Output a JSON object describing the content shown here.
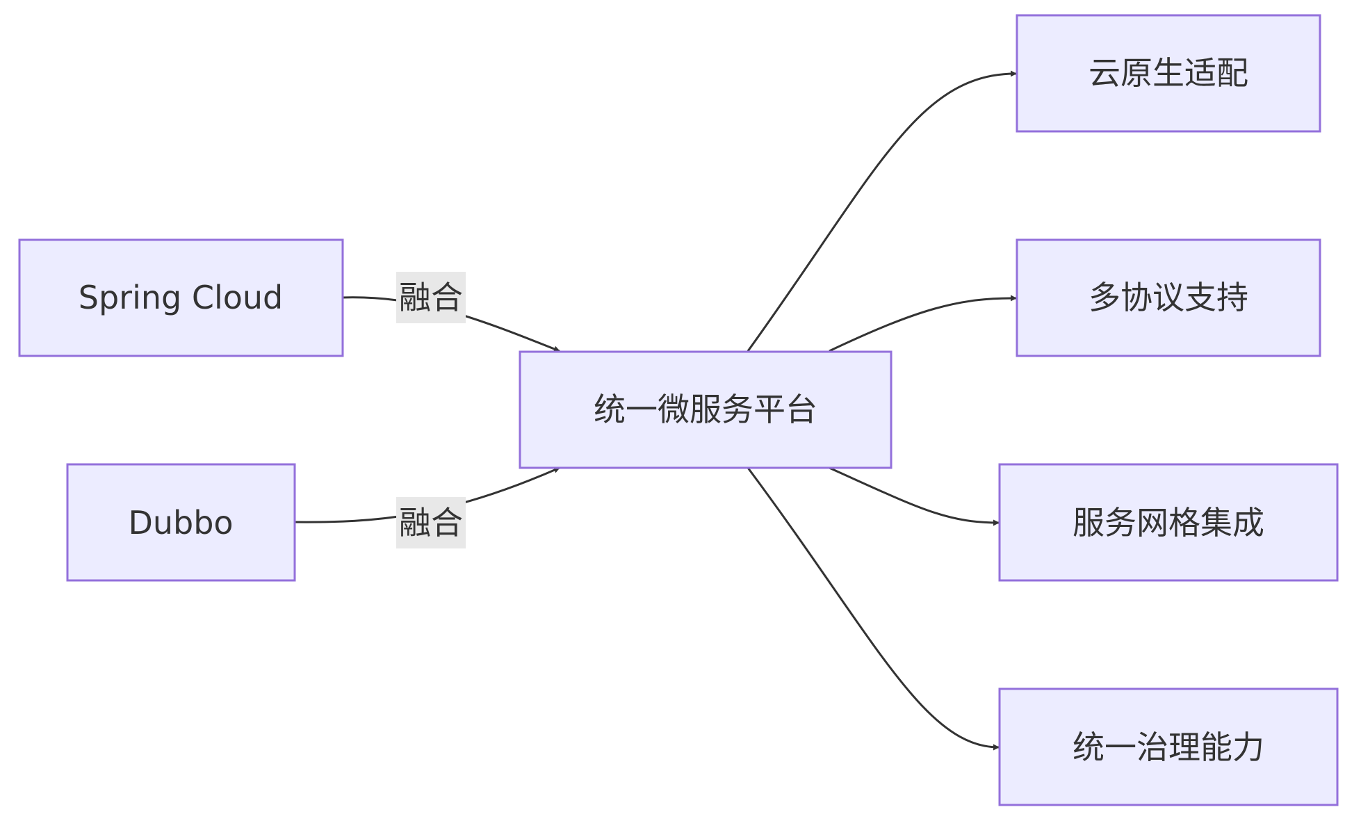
{
  "colors": {
    "node_fill": "#ececff",
    "node_stroke": "#9370db",
    "edge": "#333333",
    "edge_label_bg": "#e8e8e8",
    "text": "#333333"
  },
  "nodes": {
    "spring_cloud": {
      "label": "Spring Cloud"
    },
    "dubbo": {
      "label": "Dubbo"
    },
    "platform": {
      "label": "统一微服务平台"
    },
    "cloud_native": {
      "label": "云原生适配"
    },
    "multi_protocol": {
      "label": "多协议支持"
    },
    "service_mesh": {
      "label": "服务网格集成"
    },
    "governance": {
      "label": "统一治理能力"
    }
  },
  "edges": [
    {
      "from": "spring_cloud",
      "to": "platform",
      "label": "融合"
    },
    {
      "from": "dubbo",
      "to": "platform",
      "label": "融合"
    },
    {
      "from": "platform",
      "to": "cloud_native",
      "label": ""
    },
    {
      "from": "platform",
      "to": "multi_protocol",
      "label": ""
    },
    {
      "from": "platform",
      "to": "service_mesh",
      "label": ""
    },
    {
      "from": "platform",
      "to": "governance",
      "label": ""
    }
  ]
}
